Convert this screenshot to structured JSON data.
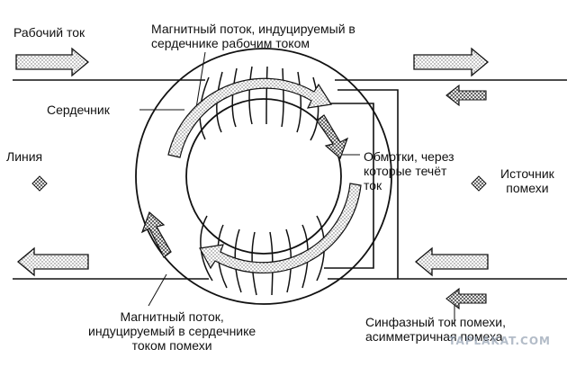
{
  "labels": {
    "working_current": "Рабочий ток",
    "flux_working_line1": "Магнитный поток, индуцируемый в",
    "flux_working_line2": "сердечнике рабочим током",
    "core": "Сердечник",
    "line": "Линия",
    "windings_line1": "Обмотки, через",
    "windings_line2": "которые течёт",
    "windings_line3": "ток",
    "noise_source_line1": "Источник",
    "noise_source_line2": "помехи",
    "flux_noise_line1": "Магнитный поток,",
    "flux_noise_line2": "индуцируемый в сердечнике",
    "flux_noise_line3": "током помехи",
    "common_mode_line1": "Синфазный ток помехи,",
    "common_mode_line2": "асимметричная помеха"
  },
  "watermark": "TAPLAKAT.COM",
  "colors": {
    "stroke": "#111111",
    "arrow_fill": "#f2f2f2",
    "dot": "#555555"
  }
}
